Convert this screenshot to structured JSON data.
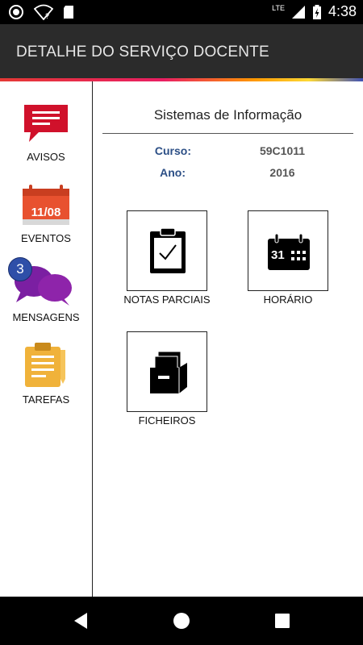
{
  "status_bar": {
    "time": "4:38",
    "network": "LTE",
    "wifi_unknown": "?"
  },
  "app_bar": {
    "title": "DETALHE DO SERVIÇO DOCENTE"
  },
  "sidebar": {
    "items": [
      {
        "label": "AVISOS",
        "icon": "message-icon",
        "color": "#d0112b"
      },
      {
        "label": "EVENTOS",
        "icon": "calendar-icon",
        "date": "11/08",
        "color": "#e8512f"
      },
      {
        "label": "MENSAGENS",
        "icon": "chat-bubbles-icon",
        "badge": "3",
        "color": "#7b1fa2"
      },
      {
        "label": "TAREFAS",
        "icon": "clipboard-icon",
        "color": "#f0b23a"
      }
    ]
  },
  "main": {
    "course_title": "Sistemas de Informação",
    "info": [
      {
        "label": "Curso:",
        "value": "59C1011"
      },
      {
        "label": "Ano:",
        "value": "2016"
      }
    ],
    "tiles": [
      {
        "label": "NOTAS PARCIAIS",
        "icon": "clipboard-check-icon"
      },
      {
        "label": "HORÁRIO",
        "icon": "calendar-icon",
        "date": "31"
      },
      {
        "label": "FICHEIROS",
        "icon": "file-cabinet-icon"
      }
    ]
  },
  "colors": {
    "app_bar": "#2b2b2b",
    "label_blue": "#2c4f86",
    "badge": "#2f4fa8"
  }
}
